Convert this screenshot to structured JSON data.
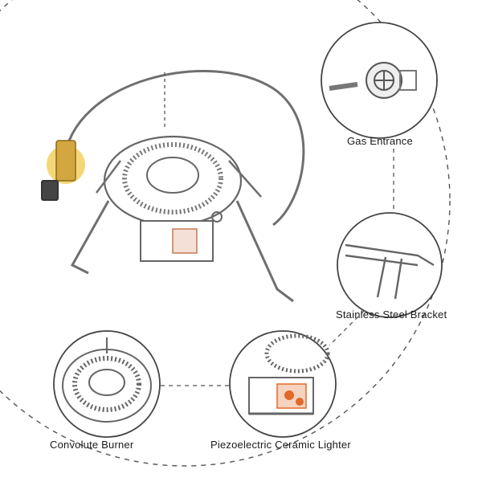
{
  "labels": {
    "gas_entrance": "Gas Entrance",
    "stainless_steel_bracket": "Stainless Steel Bracket",
    "convolute_burner": "Convolute Burner",
    "piezoelectric_ceramic_lighter": "Piezoelectric Ceramic Lighter"
  },
  "colors": {
    "line": "#555555",
    "metal": "#8a8a8a",
    "brass": "#d4a640",
    "valve_ring": "#f2d160",
    "flame_orange": "#e06a2a",
    "background": "#ffffff"
  }
}
